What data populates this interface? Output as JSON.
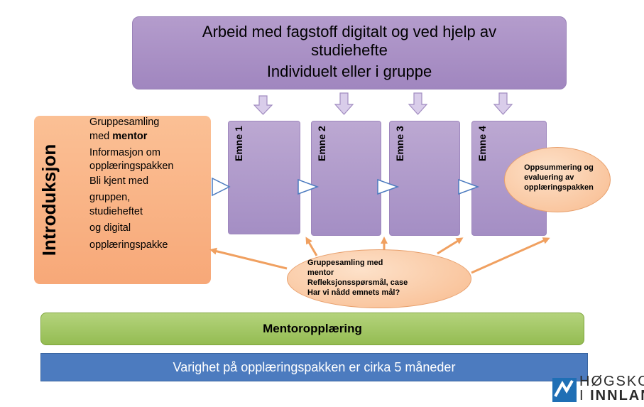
{
  "top_box": {
    "line1": "Arbeid med fagstoff  digitalt og ved hjelp av",
    "line2": "studiehefte",
    "line3": "Individuelt eller i gruppe"
  },
  "intro": {
    "title": "Introduksjon",
    "lines": [
      {
        "text": "Gruppesamling"
      },
      {
        "text": "med ",
        "bold": "mentor"
      },
      {
        "text": "Informasjon om"
      },
      {
        "text": "opplæringspakken"
      },
      {
        "text": "Bli kjent med"
      },
      {
        "text": "gruppen,"
      },
      {
        "text": "studieheftet"
      },
      {
        "text": "og digital"
      },
      {
        "text": "opplæringspakke"
      }
    ]
  },
  "emner": [
    "Emne 1",
    "Emne 2",
    "Emne 3",
    "Emne 4"
  ],
  "oval_summary": [
    "Oppsummering og",
    "evaluering av",
    "opplæringspakken"
  ],
  "oval_group": [
    "Gruppesamling med",
    "mentor",
    "Refleksjonsspørsmål, case",
    "Har vi nådd emnets mål?"
  ],
  "mentor_bar": "Mentoropplæring",
  "duration_bar": "Varighet på opplæringspakken er cirka 5 måneder",
  "logo": {
    "line1": "HØGSKO",
    "line2_prefix": "I ",
    "line2_bold": "INNLAN"
  },
  "colors": {
    "purple": "#a58fc5",
    "peach": "#f8ad7c",
    "green": "#9bc25a",
    "blue": "#4c7bbf",
    "arrow_orange": "#f0a060",
    "logo_blue": "#1f6fb5"
  }
}
